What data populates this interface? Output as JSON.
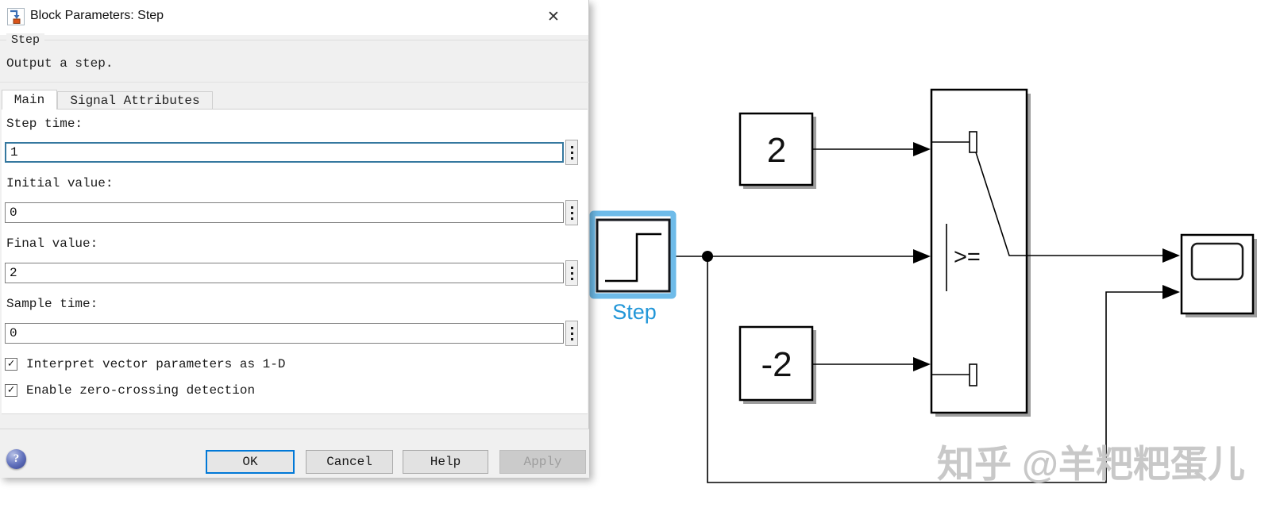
{
  "icons": {
    "close": "✕",
    "checkbox_check": "✓",
    "help_question": "?"
  },
  "dialog": {
    "title": "Block Parameters: Step",
    "group": {
      "label": "Step",
      "description": "Output a step."
    },
    "tabs": [
      {
        "label": "Main",
        "active": true
      },
      {
        "label": "Signal Attributes",
        "active": false
      }
    ],
    "fields": [
      {
        "label": "Step time:",
        "value": "1",
        "focused": true
      },
      {
        "label": "Initial value:",
        "value": "0",
        "focused": false
      },
      {
        "label": "Final value:",
        "value": "2",
        "focused": false
      },
      {
        "label": "Sample time:",
        "value": "0",
        "focused": false
      }
    ],
    "checkboxes": [
      {
        "label": "Interpret vector parameters as 1-D",
        "checked": true
      },
      {
        "label": "Enable zero-crossing detection",
        "checked": true
      }
    ],
    "buttons": [
      {
        "label": "OK",
        "enabled": true,
        "default": true
      },
      {
        "label": "Cancel",
        "enabled": true,
        "default": false
      },
      {
        "label": "Help",
        "enabled": true,
        "default": false
      },
      {
        "label": "Apply",
        "enabled": false,
        "default": false
      }
    ]
  },
  "diagram": {
    "const_top": {
      "label": "2"
    },
    "const_bottom": {
      "label": "-2"
    },
    "step": {
      "label": "Step",
      "selected": true
    },
    "switch": {
      "operator": ">="
    },
    "scope": {},
    "watermark": {
      "text": "知乎 @羊粑粑蛋儿"
    }
  },
  "colors": {
    "selection_highlight": "#6ebbe9",
    "block_label_blue": "#2196d8",
    "focus_border": "#35789f",
    "ok_button_border": "#0078d7",
    "watermark_gray": "#c8c8c8"
  }
}
